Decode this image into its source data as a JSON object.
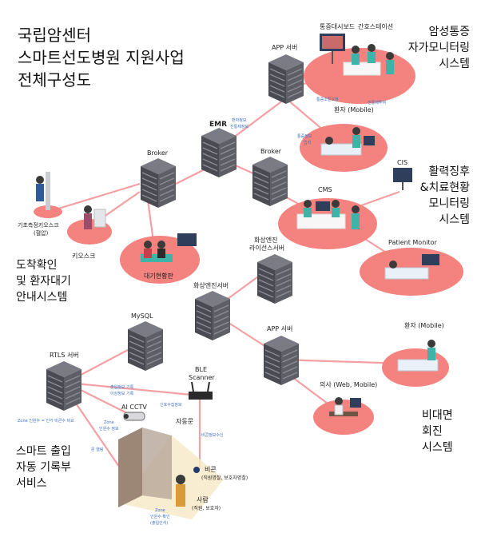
{
  "title": {
    "line1": "국립암센터",
    "line2": "스마트선도병원 지원사업",
    "line3": "전체구성도"
  },
  "sections": {
    "pain": [
      "암성통증",
      "자가모니터링",
      "시스템"
    ],
    "vital": [
      "활력징후",
      "&치료현황",
      "모니터링",
      "시스템"
    ],
    "arrival": [
      "도착확인",
      "및 환자대기",
      "안내시스템"
    ],
    "remote": [
      "비대면",
      "회진",
      "시스템"
    ],
    "access": [
      "스마트 출입",
      "자동 기록부",
      "서비스"
    ]
  },
  "nodes": {
    "pain_board": "통증대시보드",
    "nurse_station": "간호스테이션",
    "app_server_top": "APP 서버",
    "patient_mobile_top": "환자 (Mobile)",
    "emr": "EMR",
    "broker_left": "Broker",
    "broker_mid": "Broker",
    "cis": "CIS",
    "cms": "CMS",
    "patient_monitor": "Patient Monitor",
    "kiosk_base": [
      "기초측정키오스크",
      "(혈압)"
    ],
    "kiosk": "키오스크",
    "waiting_board": "대기현황판",
    "video_license": [
      "화상엔진",
      "라이선스서버"
    ],
    "video_server": "화상엔진서버",
    "mysql": "MySQL",
    "app_server_bottom": "APP 서버",
    "patient_mobile_bottom": "환자 (Mobile)",
    "rtls": "RTLS 서버",
    "ble": [
      "BLE",
      "Scanner"
    ],
    "ai_cctv": "AI CCTV",
    "auto_door": "자동문",
    "doctor": "의사 (Web, Mobile)",
    "beacon": [
      "비콘",
      "(직원명찰, 보호자명찰)"
    ],
    "person": [
      "사람",
      "(직원, 보호자)"
    ]
  },
  "annotations": {
    "pain_reply": "통증조절요청",
    "pain_info": "진통제투여",
    "emr_info": [
      "환자정보",
      "진통제정보"
    ],
    "pain_input": [
      "통증정보",
      "입력"
    ],
    "access_log": [
      "출입정보 기록",
      "이상정보 기록"
    ],
    "signal": "신호수집정보",
    "zone_compare": "Zone 인원수 = 인가 비콘수 비교",
    "zone_count": [
      "Zone",
      "인원수 정보"
    ],
    "door_open": "문 열림",
    "beacon_recv": "비콘정보수신",
    "zone_check": [
      "Zone",
      "인원수 확인",
      "(출입인식)"
    ]
  },
  "colors": {
    "salmon": "#f4837f",
    "pink_line": "#f4a0a3",
    "server_dark": "#4b4b52",
    "server_light": "#6e6f78",
    "blue_text": "#3a6fc4",
    "cone": "#f8eac9"
  }
}
